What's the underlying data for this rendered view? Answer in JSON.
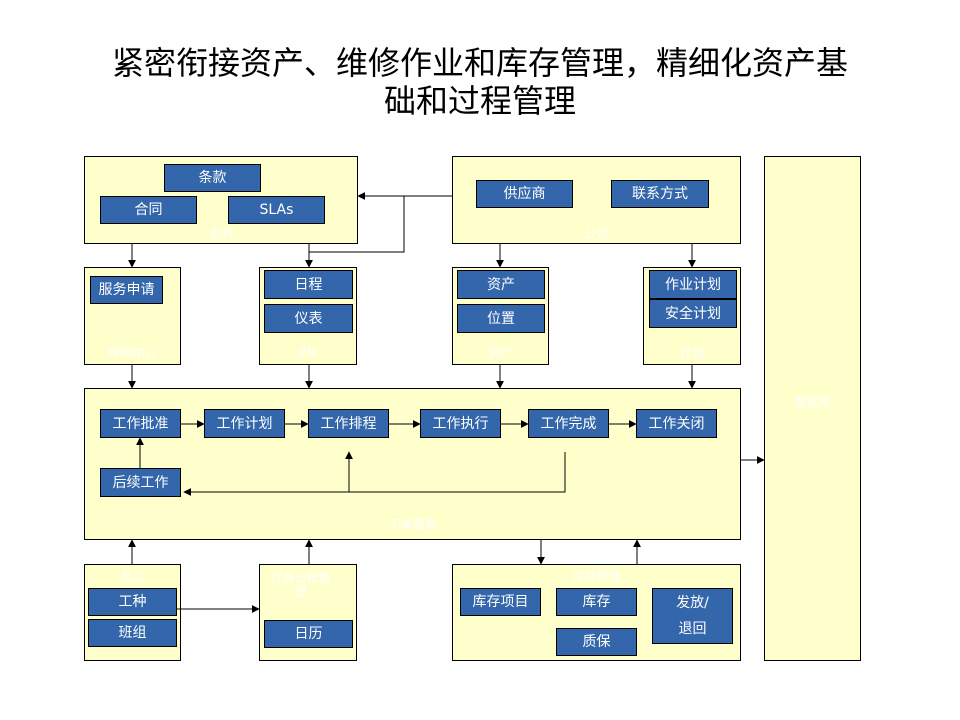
{
  "title": {
    "line1": "紧密衔接资产、维修作业和库存管理，精细化资产基",
    "line2": "础和过程管理"
  },
  "panels": {
    "contract": "合同",
    "company": "公司",
    "service_center": "呼叫中心",
    "pm": "PM",
    "asset": "资产",
    "plan": "计划",
    "work_order": "工单服务",
    "staff": "员工",
    "task": "任务分配管理",
    "inventory": "库存管理",
    "database": "数据库"
  },
  "boxes": {
    "terms": "条款",
    "contract": "合同",
    "slas": "SLAs",
    "supplier": "供应商",
    "contact": "联系方式",
    "service_request": "服务申请",
    "schedule": "日程",
    "meter": "仪表",
    "asset": "资产",
    "location": "位置",
    "work_plan": "作业计划",
    "safety_plan": "安全计划",
    "wo_approve": "工作批准",
    "wo_plan": "工作计划",
    "wo_schedule": "工作排程",
    "wo_execute": "工作执行",
    "wo_complete": "工作完成",
    "wo_close": "工作关闭",
    "followup": "后续工作",
    "craft": "工种",
    "crew": "班组",
    "calendar": "日历",
    "stock_item": "库存项目",
    "stock": "库存",
    "issue_return": "发放/退回",
    "quality": "质保"
  },
  "colors": {
    "panel_fill": "#ffffcc",
    "box_fill": "#3366aa",
    "text_light": "#ffffff",
    "line": "#000000"
  }
}
